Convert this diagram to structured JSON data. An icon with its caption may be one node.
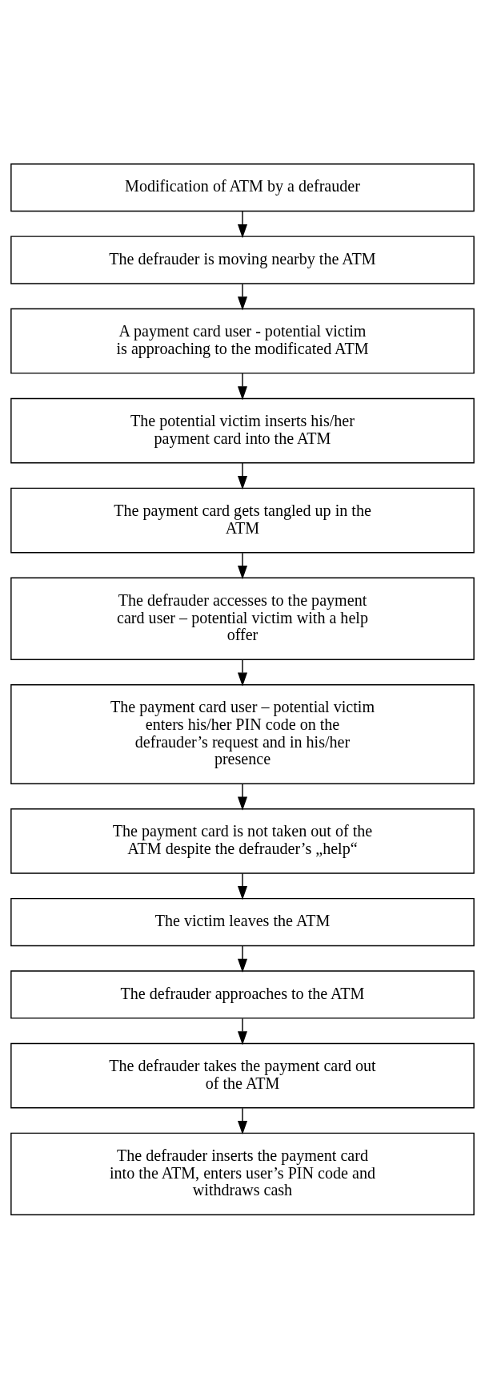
{
  "diagram": {
    "nodes": [
      {
        "text": [
          "Modification of ATM by a defrauder"
        ]
      },
      {
        "text": [
          "The defrauder is moving nearby the ATM"
        ]
      },
      {
        "text": [
          "A payment card user - potential victim is approaching to the modificated ATM"
        ]
      },
      {
        "text": [
          "The potential victim inserts his/her payment card into the ATM"
        ]
      },
      {
        "text": [
          "The payment card gets tangled up in the ATM"
        ]
      },
      {
        "text": [
          "The defrauder accesses to the payment card user – potential victim with a help offer"
        ]
      },
      {
        "text": [
          "The payment card user – potential victim enters his/her PIN code on the defrauder’s request and in his/her presence"
        ]
      },
      {
        "text": [
          "The payment card is not taken out of the ATM despite the defrauder’s „help“"
        ]
      },
      {
        "text": [
          "The victim leaves the ATM"
        ]
      },
      {
        "text": [
          "The defrauder approaches to the ATM"
        ]
      },
      {
        "text": [
          "The defrauder takes the payment card out of the ATM"
        ]
      },
      {
        "text": [
          "The defrauder inserts the payment card into the ATM, enters user’s PIN code and withdraws cash"
        ]
      }
    ],
    "edges": [
      {
        "from": 0,
        "to": 1,
        "arrow": "to"
      },
      {
        "from": 1,
        "to": 2,
        "arrow": "to"
      },
      {
        "from": 2,
        "to": 3,
        "arrow": "to"
      },
      {
        "from": 3,
        "to": 4,
        "arrow": "to"
      },
      {
        "from": 4,
        "to": 5,
        "arrow": "to"
      },
      {
        "from": 5,
        "to": 6,
        "arrow": "to"
      },
      {
        "from": 6,
        "to": 7,
        "arrow": "to"
      },
      {
        "from": 7,
        "to": 8,
        "arrow": "to"
      },
      {
        "from": 8,
        "to": 9,
        "arrow": "to"
      },
      {
        "from": 9,
        "to": 10,
        "arrow": "to"
      },
      {
        "from": 10,
        "to": 11,
        "arrow": "to"
      }
    ]
  }
}
